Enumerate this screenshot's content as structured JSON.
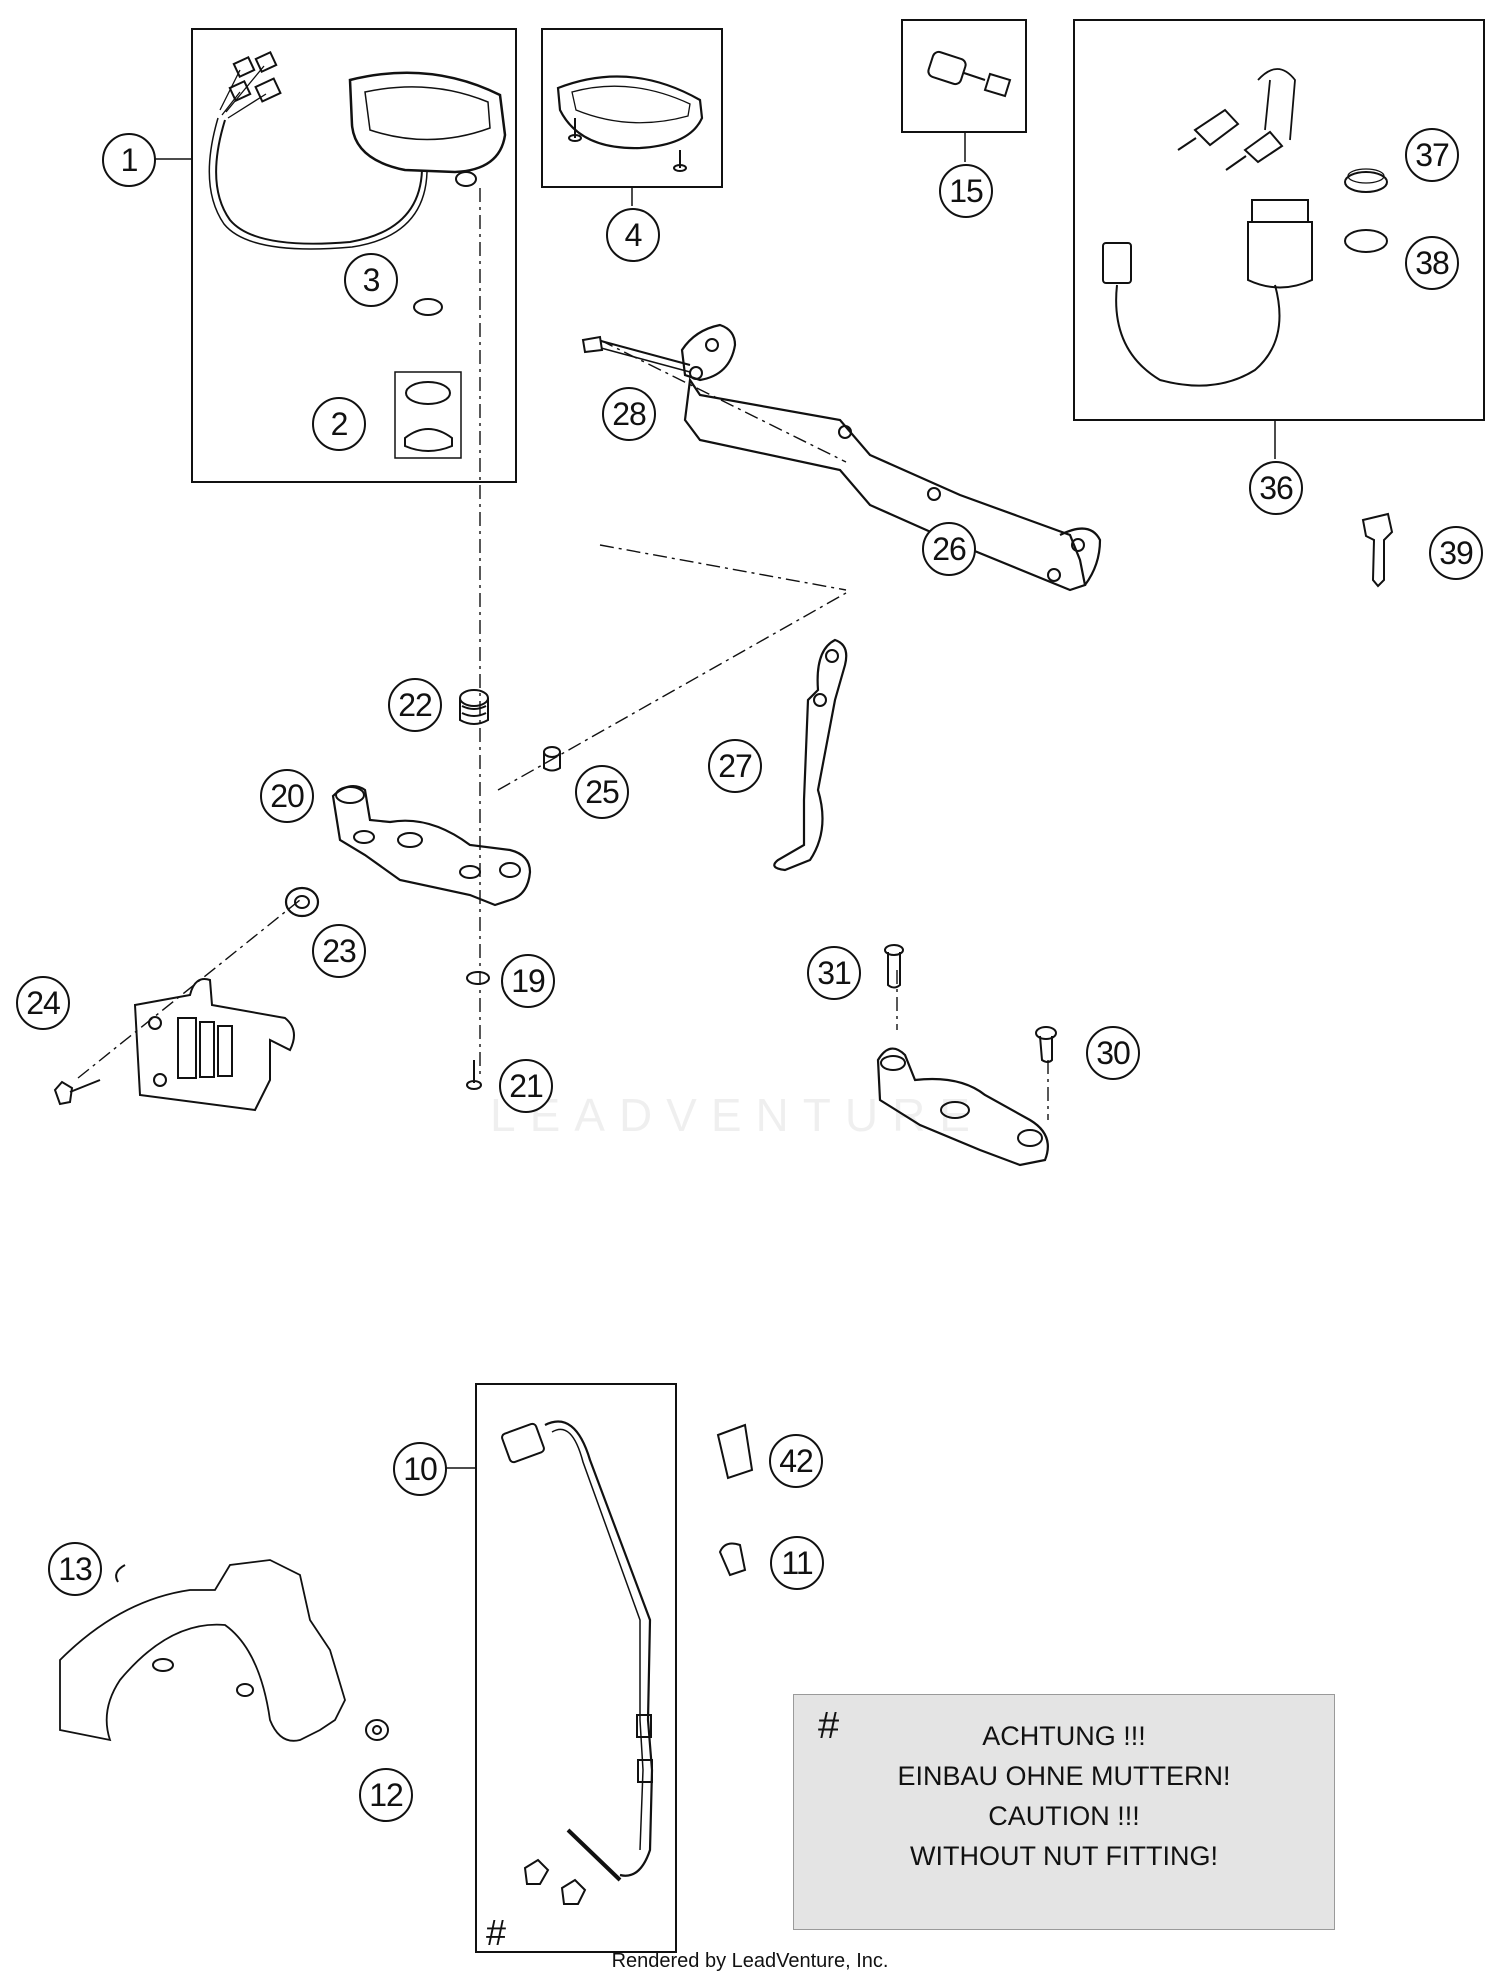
{
  "diagram": {
    "callouts": [
      {
        "id": "1",
        "label": "1"
      },
      {
        "id": "2",
        "label": "2"
      },
      {
        "id": "3",
        "label": "3"
      },
      {
        "id": "4",
        "label": "4"
      },
      {
        "id": "10",
        "label": "10"
      },
      {
        "id": "11",
        "label": "11"
      },
      {
        "id": "12",
        "label": "12"
      },
      {
        "id": "13",
        "label": "13"
      },
      {
        "id": "15",
        "label": "15"
      },
      {
        "id": "19",
        "label": "19"
      },
      {
        "id": "20",
        "label": "20"
      },
      {
        "id": "21",
        "label": "21"
      },
      {
        "id": "22",
        "label": "22"
      },
      {
        "id": "23",
        "label": "23"
      },
      {
        "id": "24",
        "label": "24"
      },
      {
        "id": "25",
        "label": "25"
      },
      {
        "id": "26",
        "label": "26"
      },
      {
        "id": "27",
        "label": "27"
      },
      {
        "id": "28",
        "label": "28"
      },
      {
        "id": "30",
        "label": "30"
      },
      {
        "id": "31",
        "label": "31"
      },
      {
        "id": "36",
        "label": "36"
      },
      {
        "id": "37",
        "label": "37"
      },
      {
        "id": "38",
        "label": "38"
      },
      {
        "id": "39",
        "label": "39"
      },
      {
        "id": "42",
        "label": "42"
      }
    ],
    "hash_marker": "#",
    "note": {
      "hash": "#",
      "lines": [
        "ACHTUNG !!!",
        "EINBAU OHNE MUTTERN!",
        "CAUTION !!!",
        "WITHOUT NUT FITTING!"
      ]
    },
    "footer": "Rendered by LeadVenture, Inc.",
    "watermark": "LEADVENTURE"
  }
}
